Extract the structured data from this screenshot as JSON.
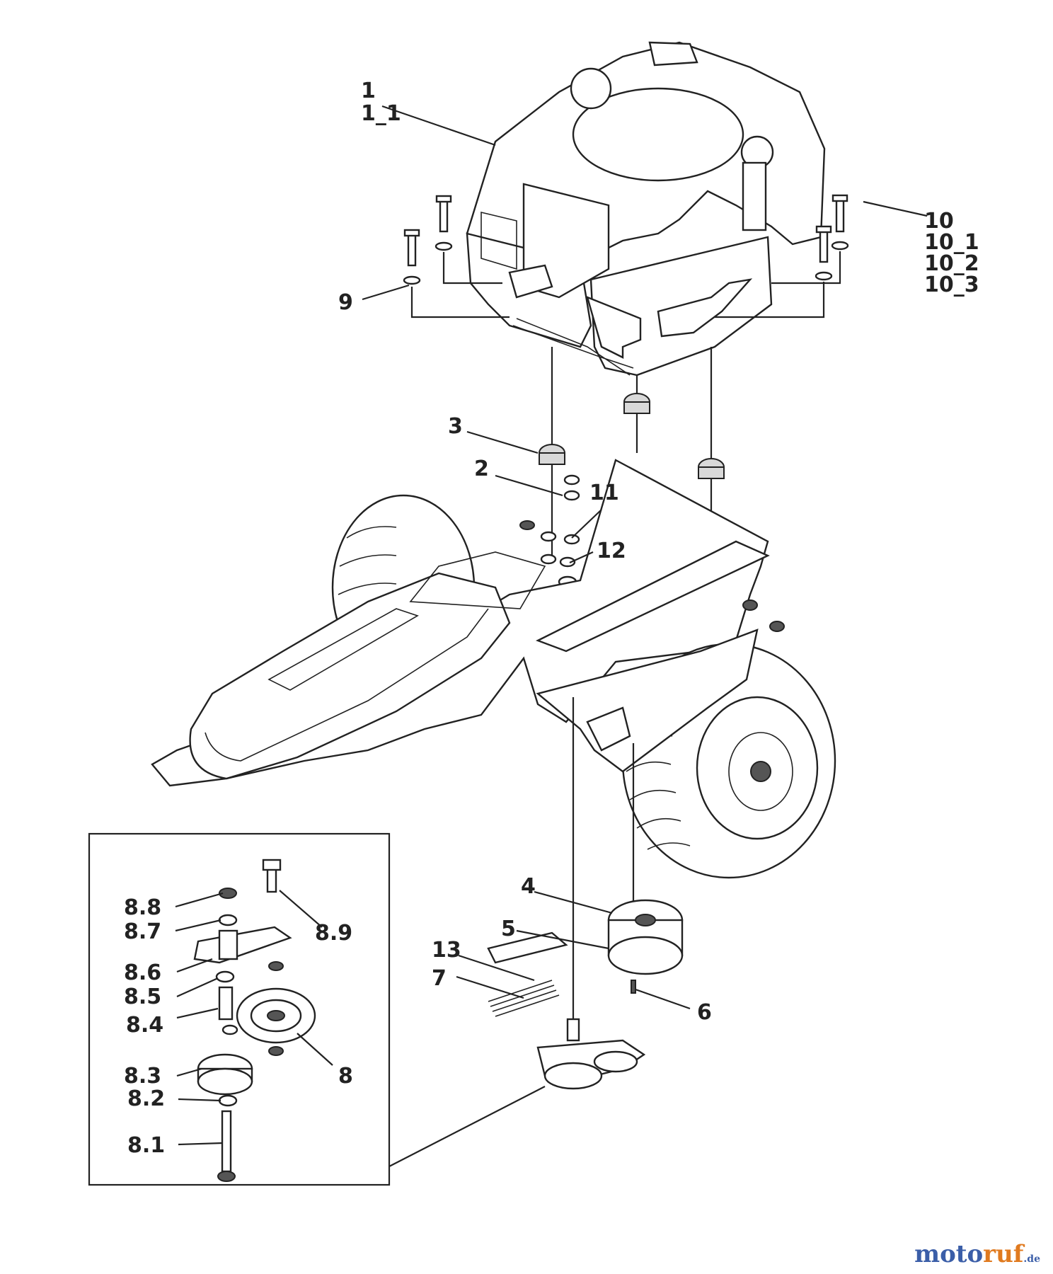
{
  "labels": {
    "l1": "1",
    "l1_1": "1_1",
    "l2": "2",
    "l3": "3",
    "l4": "4",
    "l5": "5",
    "l6": "6",
    "l7": "7",
    "l8": "8",
    "l8_1": "8.1",
    "l8_2": "8.2",
    "l8_3": "8.3",
    "l8_4": "8.4",
    "l8_5": "8.5",
    "l8_6": "8.6",
    "l8_7": "8.7",
    "l8_8": "8.8",
    "l8_9": "8.9",
    "l9": "9",
    "l10": "10",
    "l10_1": "10_1",
    "l10_2": "10_2",
    "l10_3": "10_3",
    "l11": "11",
    "l12": "12",
    "l13": "13"
  },
  "watermark": {
    "brand_a": "moto",
    "brand_b": "ruf",
    "tld": ".de"
  }
}
